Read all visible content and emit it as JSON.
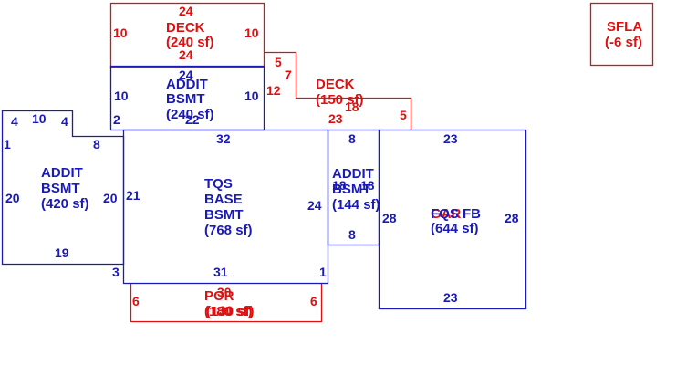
{
  "colors": {
    "red": "#e01010",
    "blue": "#1a1ab8",
    "background": "#ffffff"
  },
  "areas": [
    {
      "id": "deck-top",
      "color": "red",
      "name": "DECK",
      "area": "(240 sf)",
      "dims": [
        "24",
        "10",
        "10",
        "24"
      ]
    },
    {
      "id": "sfla",
      "color": "red",
      "name": "SFLA",
      "area": "(-6 sf)",
      "dims": []
    },
    {
      "id": "addit-bsmt-top",
      "color": "blue",
      "name": [
        "ADDIT",
        "BSMT"
      ],
      "area": "(240 sf)",
      "dims": [
        "24",
        "10",
        "10",
        "22",
        "2"
      ]
    },
    {
      "id": "deck-right",
      "color": "red",
      "name": "DECK",
      "area": "(150 sf)",
      "dims": [
        "5",
        "7",
        "12",
        "18",
        "23",
        "5"
      ]
    },
    {
      "id": "addit-bsmt-left",
      "color": "blue",
      "name": [
        "ADDIT",
        "BSMT"
      ],
      "area": "(420 sf)",
      "dims": [
        "4",
        "10",
        "4",
        "1",
        "8",
        "20",
        "20",
        "19",
        "3"
      ]
    },
    {
      "id": "tqs-base-bsmt",
      "color": "blue",
      "name": [
        "TQS",
        "BASE",
        "BSMT"
      ],
      "area": "(768 sf)",
      "dims": [
        "32",
        "21",
        "24",
        "31",
        "1"
      ]
    },
    {
      "id": "addit-bsmt-mid",
      "color": "blue",
      "name": [
        "ADDIT",
        "BSMT"
      ],
      "area": "(144 sf)",
      "dims": [
        "8",
        "18",
        "18",
        "8"
      ]
    },
    {
      "id": "fqs-fb",
      "color": "blue",
      "name": "FQS FB",
      "area": "(644 sf)",
      "dims": [
        "23",
        "28",
        "28",
        "23"
      ]
    },
    {
      "id": "gar-overlay",
      "color": "red",
      "name": "GAR",
      "area": "",
      "dims": []
    },
    {
      "id": "por",
      "color": "red",
      "name": "POR",
      "area": "(180 sf)",
      "dims": [
        "6",
        "6",
        "30",
        "30"
      ]
    },
    {
      "id": "por-overlay",
      "color": "red",
      "name": "",
      "area": "(130 sf)",
      "dims": []
    }
  ]
}
